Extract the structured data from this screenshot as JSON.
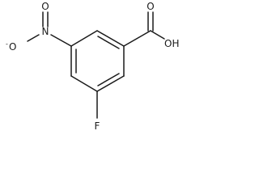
{
  "molecule": {
    "atoms": {
      "carboxyl_oxygen": "O",
      "hydroxyl": "OH",
      "nitro_nitrogen": "N",
      "nitro_oxygen_top": "O",
      "nitro_oxygen_side": "O",
      "nitro_charge": "-",
      "fluorine": "F"
    }
  }
}
